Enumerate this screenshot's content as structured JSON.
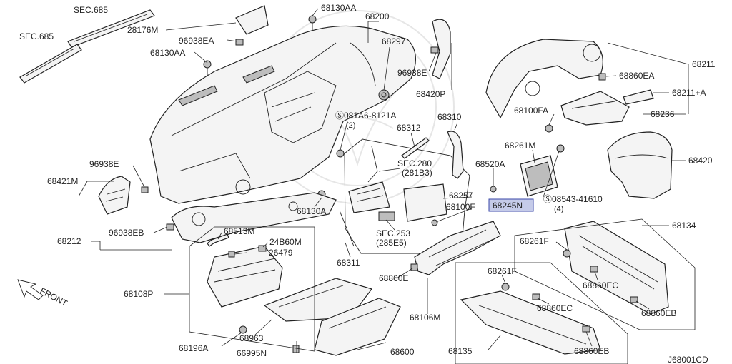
{
  "labels": {
    "sec685_top": "SEC.685",
    "sec685_left": "SEC.685",
    "p28176m": "28176M",
    "p96938ea": "96938EA",
    "p68130aa_top": "68130AA",
    "p68130aa_left": "68130AA",
    "p68200": "68200",
    "p68297": "68297",
    "p96938e_top": "96938E",
    "p68420p": "68420P",
    "p081a6": "Ⓢ081A6-8121A",
    "p081a6_qty": "(2)",
    "p68310": "68310",
    "p68312": "68312",
    "sec280": "SEC.280",
    "sec280_sub": "(281B3)",
    "p68257": "68257",
    "p68100f": "68100F",
    "p68245n": "68245N",
    "sec253": "SEC.253",
    "sec253_sub": "(285E5)",
    "p68520a": "68520A",
    "p68261m": "68261M",
    "p08543": "Ⓢ08543-41610",
    "p08543_qty": "(4)",
    "p68211": "68211",
    "p68860ea": "68860EA",
    "p68211a": "68211+A",
    "p68100fa": "68100FA",
    "p68236": "68236",
    "p68420": "68420",
    "p96938e_left": "96938E",
    "p68421m": "68421M",
    "p68130a": "68130A",
    "p68212": "68212",
    "p96938eb": "96938EB",
    "p68513m": "68513M",
    "p24b60m": "24B60M",
    "p26479": "26479",
    "p68311": "68311",
    "p68860e": "68860E",
    "p68134": "68134",
    "p68261f_a": "68261F",
    "p68860ec_a": "68860EC",
    "p68860eb_a": "68860EB",
    "p68108p": "68108P",
    "p68106m": "68106M",
    "p68261f_b": "68261F",
    "p68860ec_b": "68860EC",
    "p68135": "68135",
    "p68860eb_b": "68860EB",
    "p68963": "68963",
    "p68196a": "68196A",
    "p66995n": "66995N",
    "p68600": "68600",
    "front": "FRONT",
    "diagram_code": "J68001CD"
  }
}
